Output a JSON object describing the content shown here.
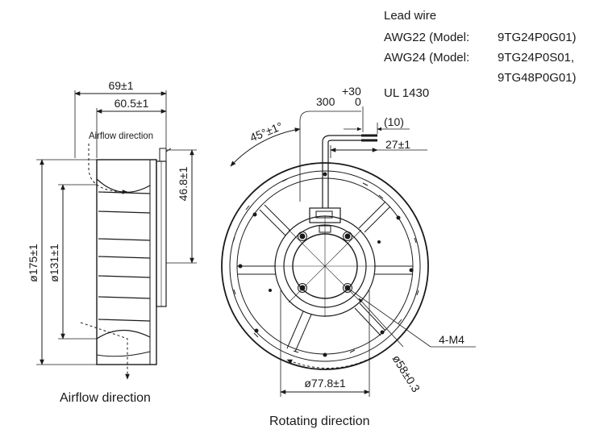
{
  "lead_wire": {
    "title": "Lead wire",
    "awg22_prefix": "AWG22 (Model:",
    "awg22_models": "9TG24P0G01)",
    "awg24_prefix": "AWG24 (Model:",
    "awg24_models_1": "9TG24P0S01,",
    "awg24_models_2": "9TG48P0G01)",
    "standard": "UL 1430"
  },
  "side_view": {
    "overall_depth": "69±1",
    "body_depth": "60.5±1",
    "airflow_direction_top": "Airflow direction",
    "outer_diameter": "ø175±1",
    "inner_diameter": "ø131±1",
    "height_dim": "46.8±1",
    "airflow_direction_bottom": "Airflow direction"
  },
  "front_view": {
    "wire_length": "300",
    "tol_upper": "+30",
    "tol_lower": "0",
    "angle": "45°±1°",
    "strip_length": "(10)",
    "lead_length": "27±1",
    "mount_holes": "4-M4",
    "hub_diameter": "ø58±0.3",
    "pcd_diameter": "ø77.8±1",
    "rotating_direction": "Rotating direction"
  }
}
